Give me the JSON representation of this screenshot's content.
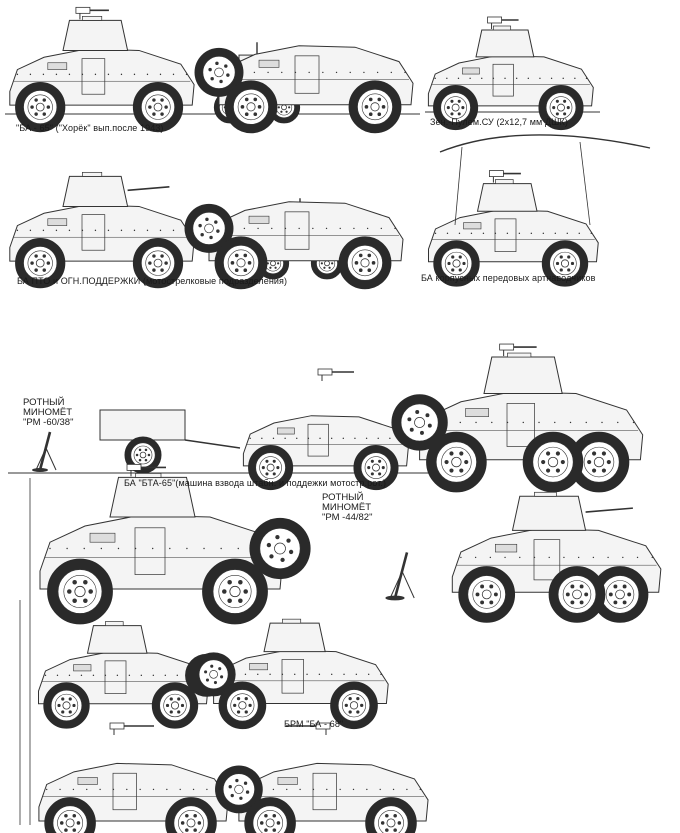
{
  "captions": {
    "ba65": "\"БА - 65\" (\"Хорёк\" вып.после 1943)",
    "zen": "Зен.-Пулем.СУ (2х12,7 мм ДШК)",
    "pto": "БА  ПТО и ОГН.ПОДДЕРЖКИ (мотострелковые подразделения)",
    "korp": "БА корпусных передовых артнаводчиков",
    "bta": "БА \"БТА-65\"(машина взвода штабн. и поддежки мотостр.рот.)",
    "brm": "БРМ \"БА - 68\""
  },
  "labels": {
    "mortar1": [
      "РОТНЫЙ",
      "МИНОМЁТ",
      "\"РМ -60/38\""
    ],
    "mortar2": [
      "РОТНЫЙ",
      "МИНОМЁТ",
      "\"РМ -44/82\""
    ]
  },
  "colors": {
    "line": "#333333",
    "fill": "#f4f4f4",
    "tire": "#2a2a2a"
  }
}
